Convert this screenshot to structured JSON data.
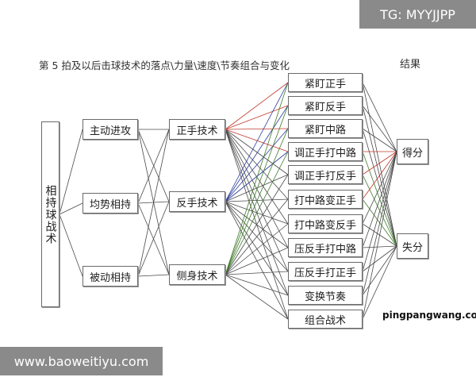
{
  "title": "第 5 拍及以后击球技术的落点\\力量\\速度\\节奏组合与变化",
  "result_label": "结果",
  "root": {
    "id": "root",
    "label": "相持球战术"
  },
  "level1": [
    {
      "id": "a1",
      "label": "主动进攻"
    },
    {
      "id": "a2",
      "label": "均势相持"
    },
    {
      "id": "a3",
      "label": "被动相持"
    }
  ],
  "level2": [
    {
      "id": "b1",
      "label": "正手技术"
    },
    {
      "id": "b2",
      "label": "反手技术"
    },
    {
      "id": "b3",
      "label": "侧身技术"
    }
  ],
  "level3": [
    {
      "id": "c1",
      "label": "紧盯正手"
    },
    {
      "id": "c2",
      "label": "紧盯反手"
    },
    {
      "id": "c3",
      "label": "紧盯中路"
    },
    {
      "id": "c4",
      "label": "调正手打中路"
    },
    {
      "id": "c5",
      "label": "调正手打反手"
    },
    {
      "id": "c6",
      "label": "打中路变正手"
    },
    {
      "id": "c7",
      "label": "打中路变反手"
    },
    {
      "id": "c8",
      "label": "压反手打中路"
    },
    {
      "id": "c9",
      "label": "压反手打正手"
    },
    {
      "id": "c10",
      "label": "变换节奏"
    },
    {
      "id": "c11",
      "label": "组合战术"
    }
  ],
  "results": [
    {
      "id": "r1",
      "label": "得分"
    },
    {
      "id": "r2",
      "label": "失分"
    }
  ],
  "colors": {
    "line": "#4a4a4a",
    "level2_accent": [
      "#c0392b",
      "#2c3e9c",
      "#3e7a2a"
    ],
    "result_accent": [
      "#c0392b",
      "#3e7a2a"
    ]
  },
  "watermarks": {
    "top_right": "TG: MYYJJPP",
    "bottom_left": "www.baoweitiyu.com",
    "site": "pingpangwang.com"
  }
}
